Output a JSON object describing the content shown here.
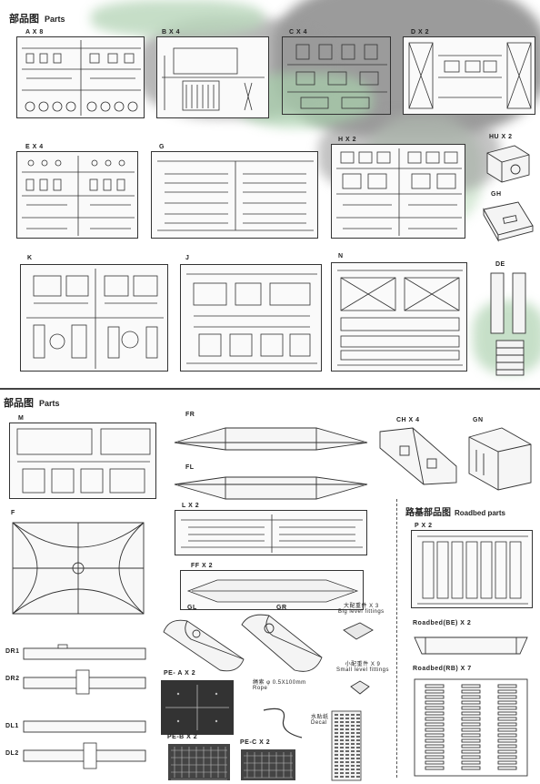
{
  "top_panel": {
    "title_cn": "部品图",
    "title_en": "Parts",
    "labels": {
      "ax": "A X 8",
      "bx": "B X 4",
      "cx": "C X 4",
      "dx": "D X 2",
      "ex": "E X 4",
      "g": "G",
      "hx": "H X 2",
      "hu": "HU X 2",
      "gh": "GH",
      "k": "K",
      "j": "J",
      "n": "N",
      "de": "DE"
    }
  },
  "bottom_panel": {
    "title_cn": "部品图",
    "title_en": "Parts",
    "labels": {
      "m": "M",
      "fr": "FR",
      "fl": "FL",
      "chx": "CH X 4",
      "gn": "GN",
      "f": "F",
      "lx": "L X 2",
      "ffx": "FF X 2",
      "gl": "GL",
      "gr": "GR",
      "dr1": "DR1",
      "dr2": "DR2",
      "dl1": "DL1",
      "dl2": "DL2",
      "pea": "PE- A X 2",
      "peb": "PE-B X 2",
      "pec": "PE-C X 2",
      "rope_cn": "绳索",
      "rope_spec": "0.5X100mm",
      "rope_en": "Rope",
      "big_cn": "大配重件 X 3",
      "big_en": "Big level fittings",
      "small_cn": "小配重件 X 9",
      "small_en": "Small level fittings",
      "decal_cn": "水贴纸",
      "decal_en": "Decal"
    },
    "roadbed": {
      "title_cn": "路基部品图",
      "title_en": "Roadbed parts",
      "px": "P X 2",
      "be": "Roadbed(BE)  X 2",
      "rb": "Roadbed(RB)  X 7"
    }
  }
}
